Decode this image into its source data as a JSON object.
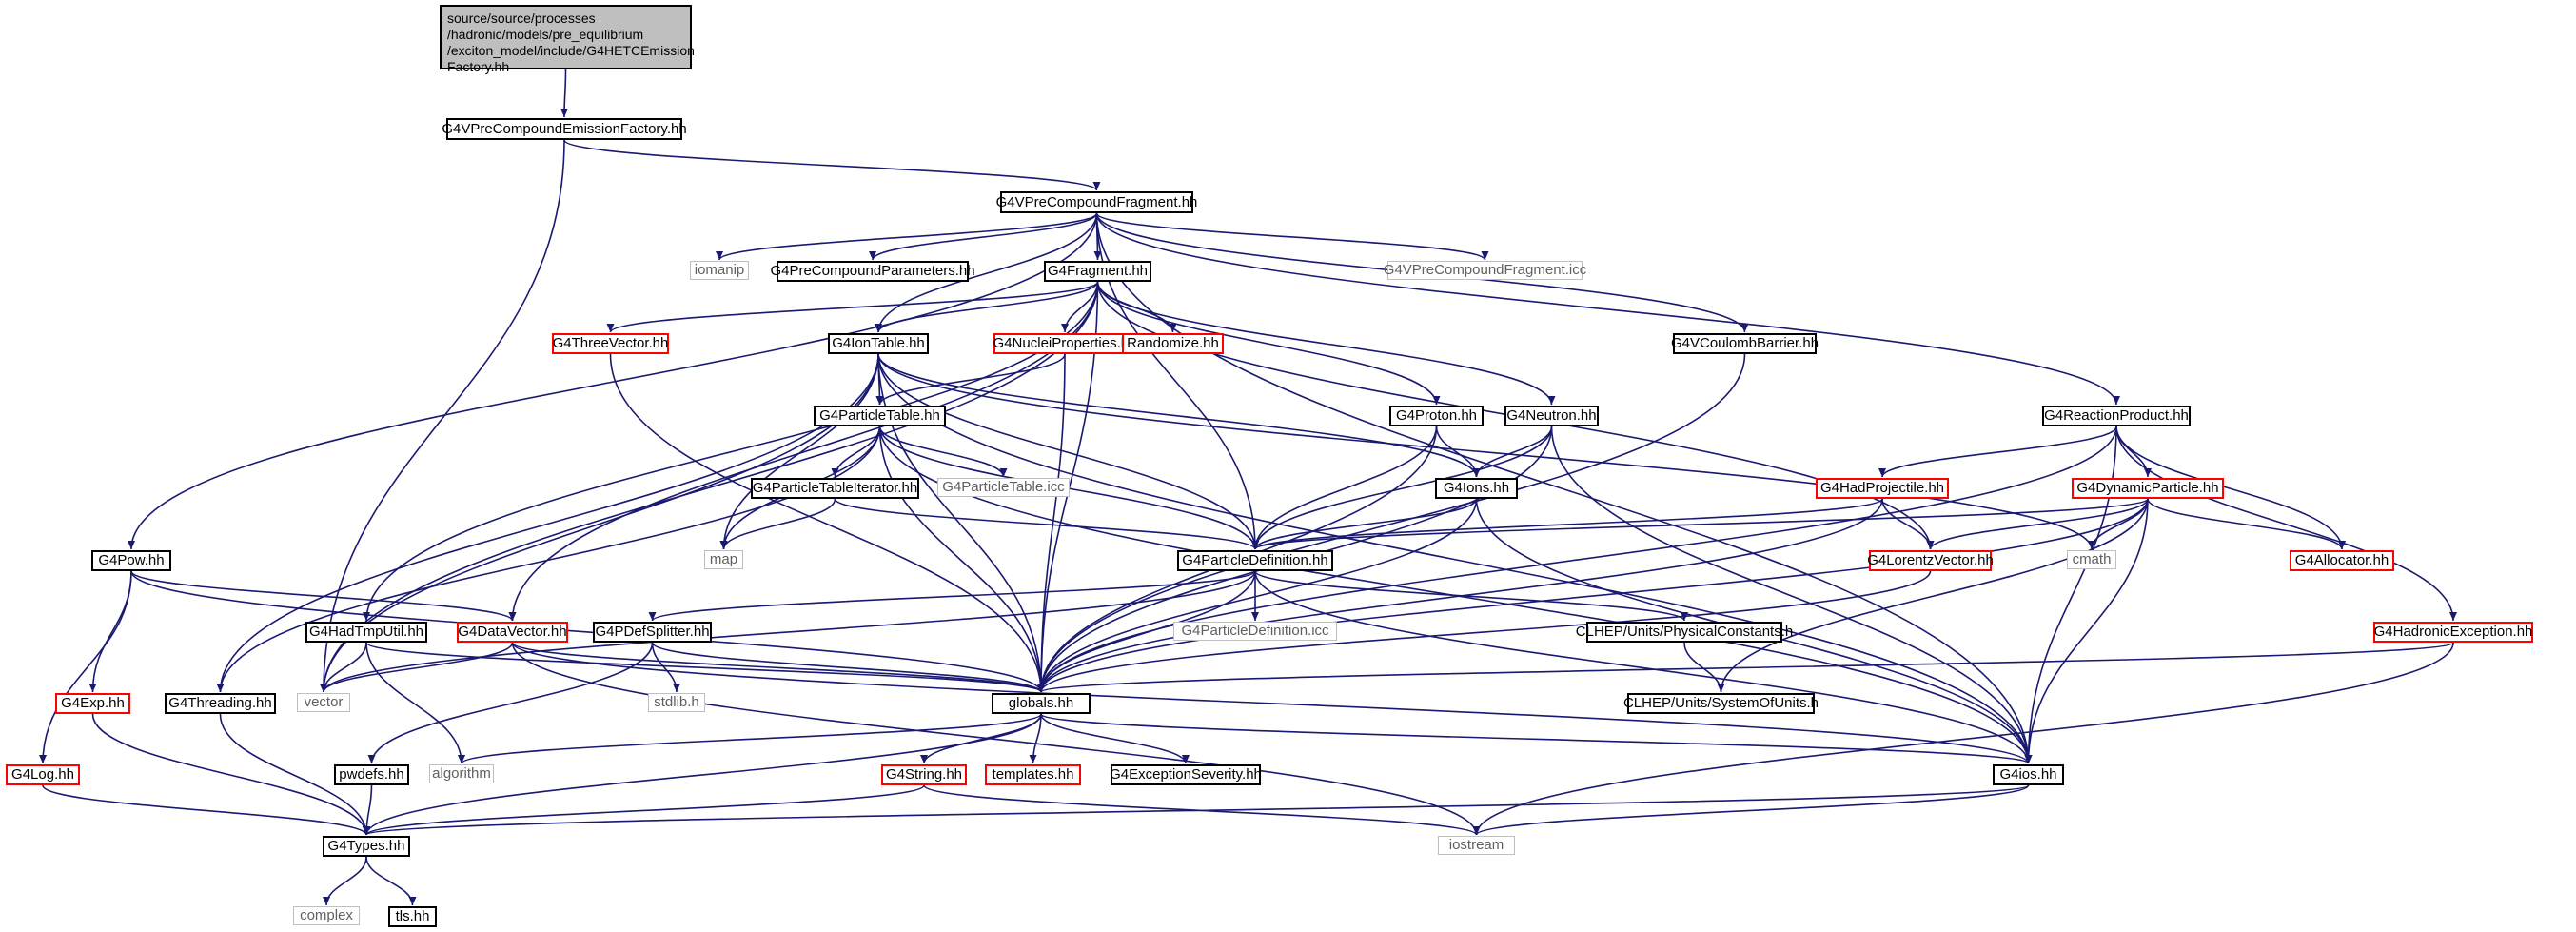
{
  "graph": {
    "edge_color": "#191970",
    "nodes": [
      {
        "id": "root",
        "label": "source/source/processes\n/hadronic/models/pre_equilibrium\n/exciton_model/include/G4HETCEmission\nFactory.hh",
        "style": "root"
      },
      {
        "id": "vpcef",
        "label": "G4VPreCompoundEmissionFactory.hh",
        "style": "normal"
      },
      {
        "id": "vpcf",
        "label": "G4VPreCompoundFragment.hh",
        "style": "normal"
      },
      {
        "id": "iomanip",
        "label": "iomanip",
        "style": "grey"
      },
      {
        "id": "pcparams",
        "label": "G4PreCompoundParameters.hh",
        "style": "normal"
      },
      {
        "id": "fragment",
        "label": "G4Fragment.hh",
        "style": "normal"
      },
      {
        "id": "vpcficc",
        "label": "G4VPreCompoundFragment.icc",
        "style": "grey"
      },
      {
        "id": "threevec",
        "label": "G4ThreeVector.hh",
        "style": "red"
      },
      {
        "id": "iontable",
        "label": "G4IonTable.hh",
        "style": "normal"
      },
      {
        "id": "nucprops",
        "label": "G4NucleiProperties.hh",
        "style": "red"
      },
      {
        "id": "randomize",
        "label": "Randomize.hh",
        "style": "red"
      },
      {
        "id": "vcoulomb",
        "label": "G4VCoulombBarrier.hh",
        "style": "normal"
      },
      {
        "id": "reacprod",
        "label": "G4ReactionProduct.hh",
        "style": "normal"
      },
      {
        "id": "ptable",
        "label": "G4ParticleTable.hh",
        "style": "normal"
      },
      {
        "id": "proton",
        "label": "G4Proton.hh",
        "style": "normal"
      },
      {
        "id": "neutron",
        "label": "G4Neutron.hh",
        "style": "normal"
      },
      {
        "id": "ptiter",
        "label": "G4ParticleTableIterator.hh",
        "style": "normal"
      },
      {
        "id": "ptableicc",
        "label": "G4ParticleTable.icc",
        "style": "grey"
      },
      {
        "id": "ions",
        "label": "G4Ions.hh",
        "style": "normal"
      },
      {
        "id": "hadproj",
        "label": "G4HadProjectile.hh",
        "style": "red"
      },
      {
        "id": "dynpart",
        "label": "G4DynamicParticle.hh",
        "style": "red"
      },
      {
        "id": "map",
        "label": "map",
        "style": "grey"
      },
      {
        "id": "pdef",
        "label": "G4ParticleDefinition.hh",
        "style": "normal"
      },
      {
        "id": "lorentz",
        "label": "G4LorentzVector.hh",
        "style": "red"
      },
      {
        "id": "cmath",
        "label": "cmath",
        "style": "grey"
      },
      {
        "id": "allocator",
        "label": "G4Allocator.hh",
        "style": "red"
      },
      {
        "id": "pow",
        "label": "G4Pow.hh",
        "style": "normal"
      },
      {
        "id": "hadtmp",
        "label": "G4HadTmpUtil.hh",
        "style": "normal"
      },
      {
        "id": "datavec",
        "label": "G4DataVector.hh",
        "style": "red"
      },
      {
        "id": "pdefsplit",
        "label": "G4PDefSplitter.hh",
        "style": "normal"
      },
      {
        "id": "pdeficc",
        "label": "G4ParticleDefinition.icc",
        "style": "grey"
      },
      {
        "id": "physconst",
        "label": "CLHEP/Units/PhysicalConstants.h",
        "style": "normal"
      },
      {
        "id": "hadexc",
        "label": "G4HadronicException.hh",
        "style": "red"
      },
      {
        "id": "exp",
        "label": "G4Exp.hh",
        "style": "red"
      },
      {
        "id": "threading",
        "label": "G4Threading.hh",
        "style": "normal"
      },
      {
        "id": "vector",
        "label": "vector",
        "style": "grey"
      },
      {
        "id": "stdlib",
        "label": "stdlib.h",
        "style": "grey"
      },
      {
        "id": "globals",
        "label": "globals.hh",
        "style": "normal"
      },
      {
        "id": "sysunits",
        "label": "CLHEP/Units/SystemOfUnits.h",
        "style": "normal"
      },
      {
        "id": "log",
        "label": "G4Log.hh",
        "style": "red"
      },
      {
        "id": "pwdefs",
        "label": "pwdefs.hh",
        "style": "normal"
      },
      {
        "id": "algorithm",
        "label": "algorithm",
        "style": "grey"
      },
      {
        "id": "string",
        "label": "G4String.hh",
        "style": "red"
      },
      {
        "id": "templates",
        "label": "templates.hh",
        "style": "red"
      },
      {
        "id": "excsev",
        "label": "G4ExceptionSeverity.hh",
        "style": "normal"
      },
      {
        "id": "ios",
        "label": "G4ios.hh",
        "style": "normal"
      },
      {
        "id": "types",
        "label": "G4Types.hh",
        "style": "normal"
      },
      {
        "id": "iostream",
        "label": "iostream",
        "style": "grey"
      },
      {
        "id": "complex",
        "label": "complex",
        "style": "grey"
      },
      {
        "id": "tls",
        "label": "tls.hh",
        "style": "normal"
      }
    ],
    "edges": [
      [
        "root",
        "vpcef"
      ],
      [
        "vpcef",
        "vpcf"
      ],
      [
        "vpcef",
        "vector"
      ],
      [
        "vpcf",
        "iomanip"
      ],
      [
        "vpcf",
        "pcparams"
      ],
      [
        "vpcf",
        "fragment"
      ],
      [
        "vpcf",
        "vpcficc"
      ],
      [
        "vpcf",
        "iontable"
      ],
      [
        "vpcf",
        "vcoulomb"
      ],
      [
        "vpcf",
        "reacprod"
      ],
      [
        "vpcf",
        "pdef"
      ],
      [
        "vpcf",
        "pow"
      ],
      [
        "vpcf",
        "ios"
      ],
      [
        "fragment",
        "threevec"
      ],
      [
        "fragment",
        "nucprops"
      ],
      [
        "fragment",
        "randomize"
      ],
      [
        "fragment",
        "proton"
      ],
      [
        "fragment",
        "neutron"
      ],
      [
        "fragment",
        "lorentz"
      ],
      [
        "fragment",
        "hadtmp"
      ],
      [
        "fragment",
        "datavec"
      ],
      [
        "fragment",
        "globals"
      ],
      [
        "fragment",
        "vector"
      ],
      [
        "fragment",
        "iontable"
      ],
      [
        "threevec",
        "globals"
      ],
      [
        "iontable",
        "ptable"
      ],
      [
        "iontable",
        "ions"
      ],
      [
        "iontable",
        "pdef"
      ],
      [
        "iontable",
        "map"
      ],
      [
        "iontable",
        "globals"
      ],
      [
        "iontable",
        "threading"
      ],
      [
        "iontable",
        "vector"
      ],
      [
        "iontable",
        "ios"
      ],
      [
        "iontable",
        "cmath"
      ],
      [
        "nucprops",
        "ptable"
      ],
      [
        "nucprops",
        "globals"
      ],
      [
        "vcoulomb",
        "globals"
      ],
      [
        "reacprod",
        "hadproj"
      ],
      [
        "reacprod",
        "dynpart"
      ],
      [
        "reacprod",
        "allocator"
      ],
      [
        "reacprod",
        "hadexc"
      ],
      [
        "reacprod",
        "globals"
      ],
      [
        "reacprod",
        "ios"
      ],
      [
        "ptable",
        "ptiter"
      ],
      [
        "ptable",
        "ptableicc"
      ],
      [
        "ptable",
        "pdef"
      ],
      [
        "ptable",
        "map"
      ],
      [
        "ptable",
        "globals"
      ],
      [
        "ptable",
        "threading"
      ],
      [
        "ptable",
        "ios"
      ],
      [
        "ptiter",
        "map"
      ],
      [
        "ptiter",
        "pdef"
      ],
      [
        "proton",
        "ions"
      ],
      [
        "proton",
        "pdef"
      ],
      [
        "proton",
        "globals"
      ],
      [
        "neutron",
        "ions"
      ],
      [
        "neutron",
        "pdef"
      ],
      [
        "neutron",
        "globals"
      ],
      [
        "neutron",
        "ios"
      ],
      [
        "ions",
        "pdef"
      ],
      [
        "ions",
        "globals"
      ],
      [
        "ions",
        "ios"
      ],
      [
        "hadproj",
        "lorentz"
      ],
      [
        "hadproj",
        "pdef"
      ],
      [
        "hadproj",
        "globals"
      ],
      [
        "dynpart",
        "lorentz"
      ],
      [
        "dynpart",
        "cmath"
      ],
      [
        "dynpart",
        "allocator"
      ],
      [
        "dynpart",
        "pdef"
      ],
      [
        "dynpart",
        "globals"
      ],
      [
        "dynpart",
        "ios"
      ],
      [
        "dynpart",
        "sysunits"
      ],
      [
        "lorentz",
        "globals"
      ],
      [
        "pdef",
        "pdefsplit"
      ],
      [
        "pdef",
        "pdeficc"
      ],
      [
        "pdef",
        "physconst"
      ],
      [
        "pdef",
        "globals"
      ],
      [
        "pdef",
        "ios"
      ],
      [
        "pdef",
        "vector"
      ],
      [
        "physconst",
        "sysunits"
      ],
      [
        "hadexc",
        "globals"
      ],
      [
        "hadexc",
        "iostream"
      ],
      [
        "pow",
        "exp"
      ],
      [
        "pow",
        "log"
      ],
      [
        "pow",
        "datavec"
      ],
      [
        "pow",
        "globals"
      ],
      [
        "hadtmp",
        "vector"
      ],
      [
        "hadtmp",
        "algorithm"
      ],
      [
        "hadtmp",
        "globals"
      ],
      [
        "datavec",
        "vector"
      ],
      [
        "datavec",
        "globals"
      ],
      [
        "datavec",
        "ios"
      ],
      [
        "datavec",
        "iostream"
      ],
      [
        "pdefsplit",
        "pwdefs"
      ],
      [
        "pdefsplit",
        "stdlib"
      ],
      [
        "pdefsplit",
        "globals"
      ],
      [
        "exp",
        "types"
      ],
      [
        "log",
        "types"
      ],
      [
        "threading",
        "types"
      ],
      [
        "pwdefs",
        "types"
      ],
      [
        "globals",
        "algorithm"
      ],
      [
        "globals",
        "string"
      ],
      [
        "globals",
        "templates"
      ],
      [
        "globals",
        "excsev"
      ],
      [
        "globals",
        "ios"
      ],
      [
        "globals",
        "types"
      ],
      [
        "string",
        "types"
      ],
      [
        "string",
        "iostream"
      ],
      [
        "ios",
        "types"
      ],
      [
        "ios",
        "iostream"
      ],
      [
        "types",
        "complex"
      ],
      [
        "types",
        "tls"
      ]
    ]
  }
}
